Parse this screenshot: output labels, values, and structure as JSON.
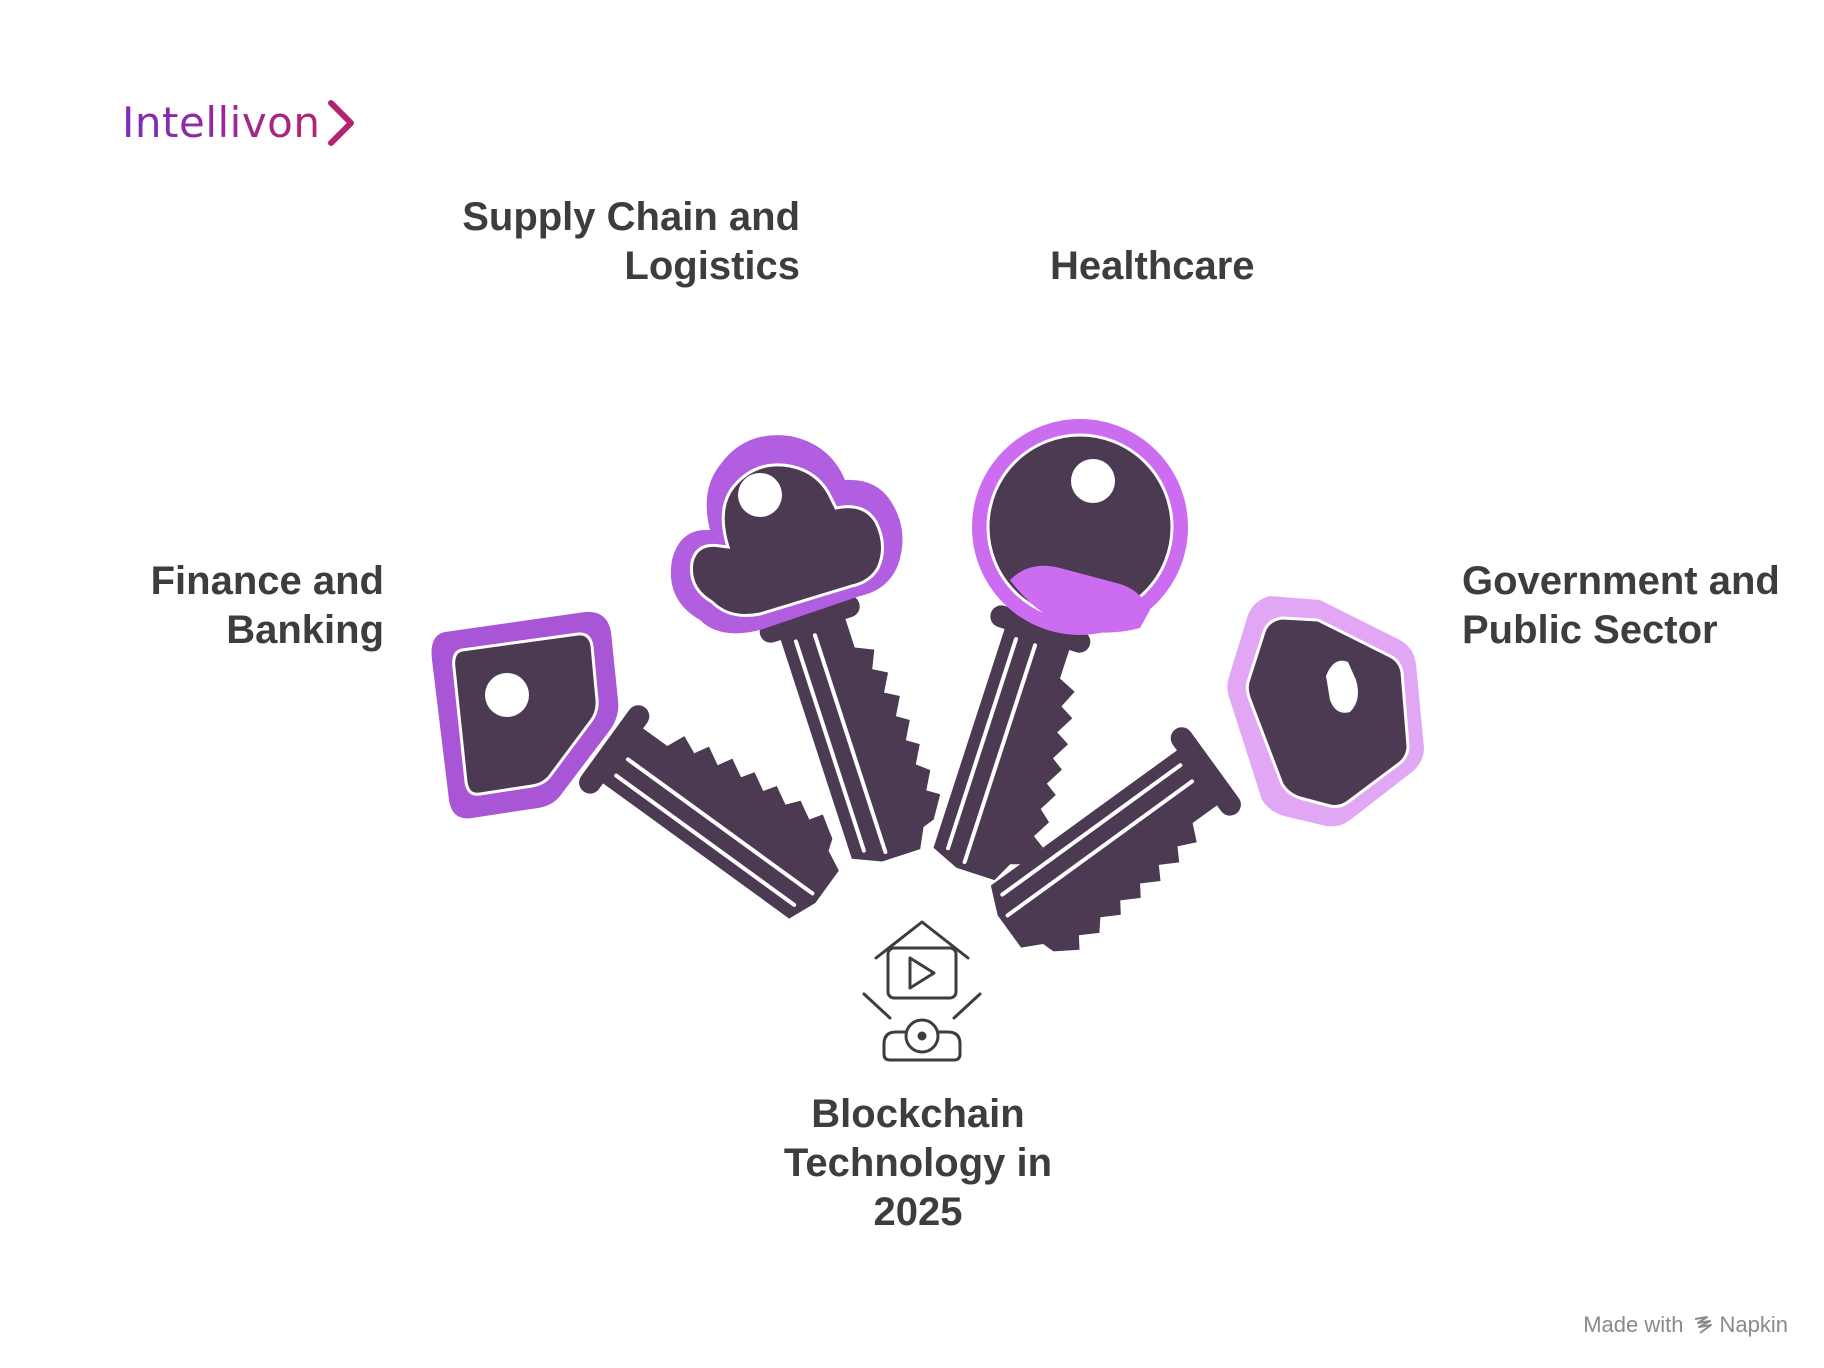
{
  "brand": {
    "name": "Intellivon",
    "chevron_icon": "chevron-right-icon",
    "gradient_start": "#7b2cbf",
    "gradient_end": "#b5246f"
  },
  "center": {
    "lines": [
      "Blockchain",
      "Technology in",
      "2025"
    ],
    "icon": "house-play-unlock-icon"
  },
  "keys": [
    {
      "id": "finance",
      "lines": [
        "Finance and",
        "Banking"
      ],
      "bow_shape": "pentagon",
      "accent": "#a855d6"
    },
    {
      "id": "supply",
      "lines": [
        "Supply Chain and",
        "Logistics"
      ],
      "bow_shape": "cloud",
      "accent": "#b15ee0"
    },
    {
      "id": "health",
      "lines": [
        "Healthcare"
      ],
      "bow_shape": "circle",
      "accent": "#cc6cf0"
    },
    {
      "id": "gov",
      "lines": [
        "Government and",
        "Public Sector"
      ],
      "bow_shape": "hexagon",
      "accent": "#e1a7f5"
    }
  ],
  "colors": {
    "key_body": "#4b3a52",
    "text": "#3d3d3d"
  },
  "footer": {
    "made_with": "Made with",
    "brand": "Napkin",
    "icon": "napkin-icon"
  }
}
